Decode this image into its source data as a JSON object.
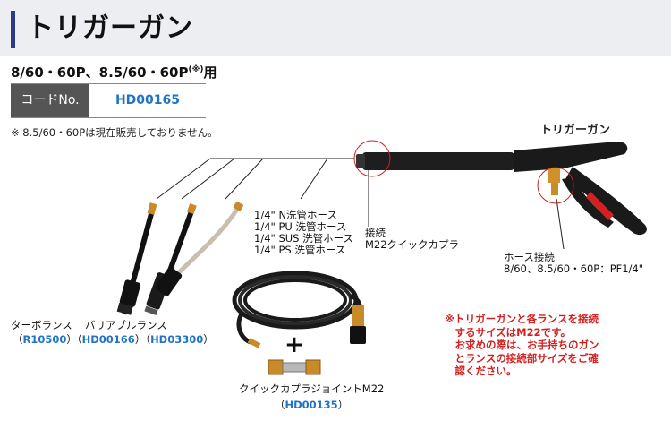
{
  "header": {
    "title": "トリガーガン"
  },
  "subtitle": {
    "main": "8/60・60P、8.5/60・60P",
    "mark": "(※)",
    "suffix": "用"
  },
  "code_table": {
    "label": "コードNo.",
    "value": "HD00165"
  },
  "note_top": "※ 8.5/60・60Pは現在販売しておりません。",
  "gun_label": "トリガーガン",
  "hose_types": [
    "1/4\" N洗管ホース",
    "1/4\" PU 洗管ホース",
    "1/4\" SUS 洗管ホース",
    "1/4\" PS 洗管ホース"
  ],
  "coupler": {
    "line1": "接続",
    "line2": "M22クイックカプラ"
  },
  "hose_connection": {
    "line1": "ホース接続",
    "line2": "8/60、8.5/60・60P：PF1/4\""
  },
  "lances": {
    "turbo_label": "ターボランス",
    "variable_label": "バリアブルランス",
    "codes": [
      {
        "open": "（",
        "code": "R10500",
        "close": "）"
      },
      {
        "open": "（",
        "code": "HD00166",
        "close": "）"
      },
      {
        "open": "（",
        "code": "HD03300",
        "close": "）"
      }
    ]
  },
  "plus": "+",
  "joint": {
    "label": "クイックカプラジョイントM22",
    "open": "（",
    "code": "HD00135",
    "close": "）"
  },
  "red_note": [
    "※トリガーガンと各ランスを接続",
    "　するサイズはM22です。",
    "　お求めの際は、お手持ちのガン",
    "　とランスの接続部サイズをご確",
    "　認ください。"
  ]
}
